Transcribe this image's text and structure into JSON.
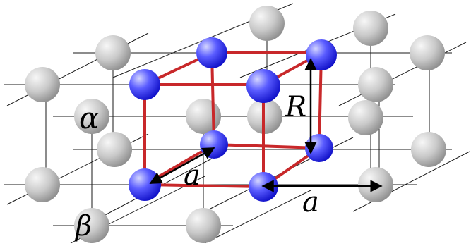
{
  "diagram": {
    "labels": {
      "alpha": "α",
      "beta": "β",
      "a_diagonal": "a",
      "a_horizontal": "a",
      "R": "R"
    },
    "colors": {
      "background": "#ffffff",
      "grid_lines": "#1a1a1a",
      "cell_edges": "#c8282a",
      "arrows": "#000000",
      "atom_gray_light": "#f4f4f4",
      "atom_gray_dark": "#9a9a9a",
      "atom_blue_light": "#c8ccff",
      "atom_blue_dark": "#1414d8"
    }
  }
}
